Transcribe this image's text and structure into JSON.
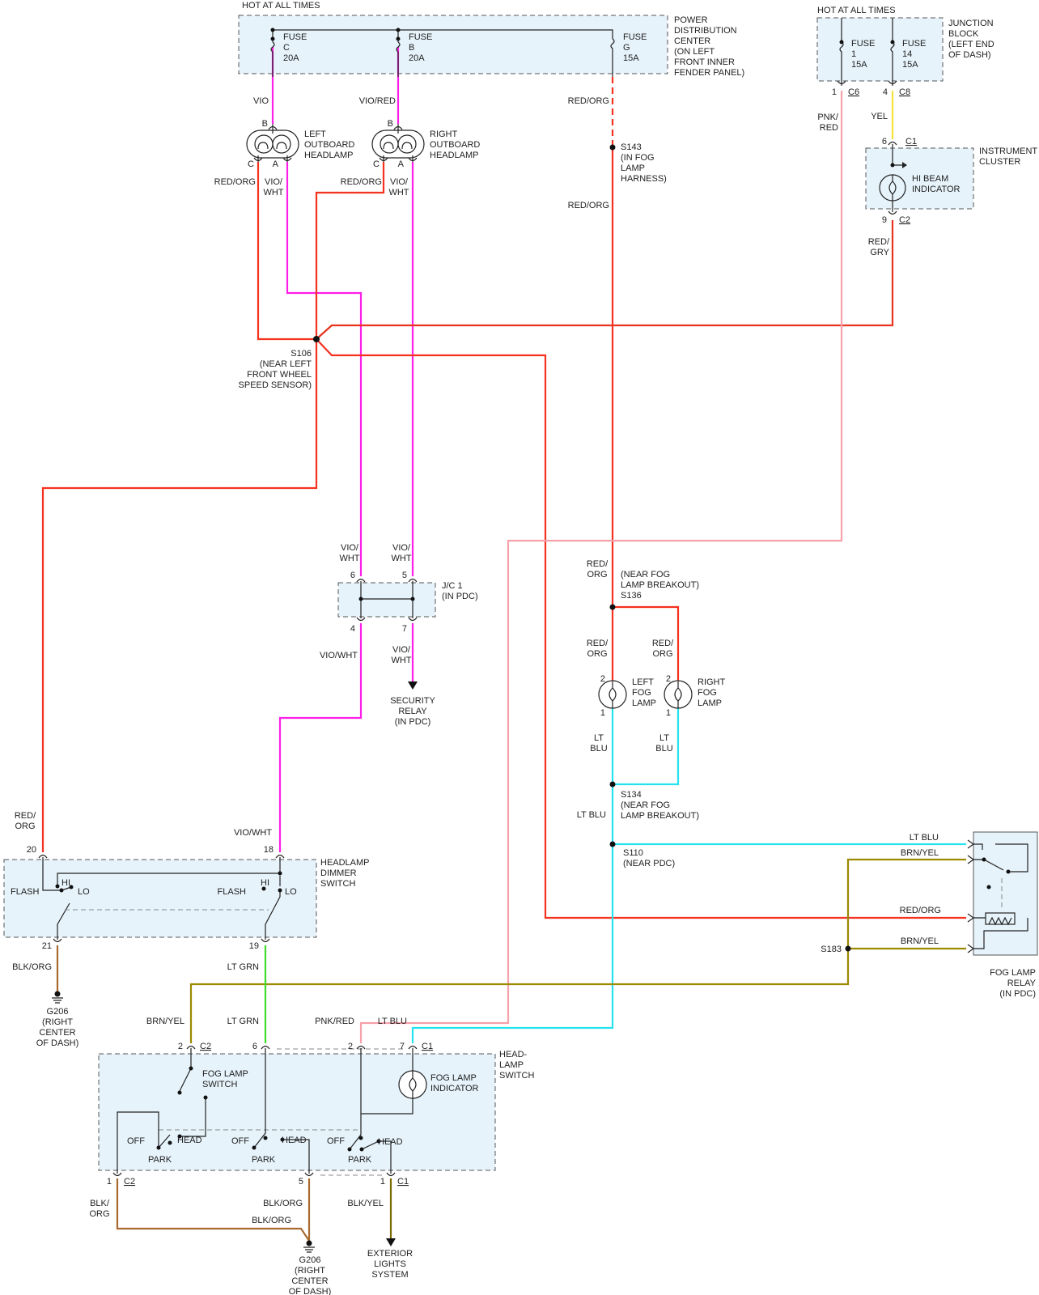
{
  "colors": {
    "vio": "#ff1fe8",
    "red_org": "#f5311f",
    "red_gry": "#e8331f",
    "pnk_red": "#f6a1ab",
    "yel": "#f5e23a",
    "lt_blu": "#25e2ee",
    "lt_grn": "#3ddc2b",
    "brn_yel": "#9c8a00",
    "blk_org": "#a86b2f",
    "blk_yel": "#7a6a00",
    "box_fill": "#e6f3fb"
  },
  "labels": {
    "hot1": "HOT AT ALL TIMES",
    "hot2": "HOT AT ALL TIMES",
    "pdc": [
      "POWER",
      "DISTRIBUTION",
      "CENTER",
      "(ON LEFT",
      "FRONT INNER",
      "FENDER PANEL)"
    ],
    "fuse_c": [
      "FUSE",
      "C",
      "20A"
    ],
    "fuse_b": [
      "FUSE",
      "B",
      "20A"
    ],
    "fuse_g": [
      "FUSE",
      "G",
      "15A"
    ],
    "jb": [
      "JUNCTION",
      "BLOCK",
      "(LEFT END",
      "OF DASH)"
    ],
    "fuse_1": [
      "FUSE",
      "1",
      "15A"
    ],
    "fuse_14": [
      "FUSE",
      "14",
      "15A"
    ],
    "pin1_c6": "1",
    "c6": "C6",
    "pin4_c8": "4",
    "c8": "C8",
    "pnk_red_top": [
      "PNK/",
      "RED"
    ],
    "yel": "YEL",
    "pin6_c1": "6",
    "c1_ic": "C1",
    "ic": [
      "INSTRUMENT",
      "CLUSTER"
    ],
    "hi_beam": [
      "HI BEAM",
      "INDICATOR"
    ],
    "pin9_c2": "9",
    "c2_ic": "C2",
    "red_gry": [
      "RED/",
      "GRY"
    ],
    "vio": "VIO",
    "vio_red": "VIO/RED",
    "red_org_top": "RED/ORG",
    "left_hl": [
      "LEFT",
      "OUTBOARD",
      "HEADLAMP"
    ],
    "right_hl": [
      "RIGHT",
      "OUTBOARD",
      "HEADLAMP"
    ],
    "pin_b": "B",
    "pin_c": "C",
    "pin_a": "A",
    "red_org_hl": "RED/ORG",
    "vio_wht_2": [
      "VIO/",
      "WHT"
    ],
    "s143": [
      "S143",
      "(IN FOG",
      "LAMP",
      "HARNESS)"
    ],
    "red_org_mid": "RED/ORG",
    "s106": [
      "S106",
      "(NEAR LEFT",
      "FRONT WHEEL",
      "SPEED SENSOR)"
    ],
    "vio_wht_jc_l": [
      "VIO/",
      "WHT"
    ],
    "vio_wht_jc_r": [
      "VIO/",
      "WHT"
    ],
    "pin6": "6",
    "pin5": "5",
    "pin4": "4",
    "pin7": "7",
    "jc1": [
      "J/C 1",
      "(IN PDC)"
    ],
    "vio_wht_below": "VIO/WHT",
    "vio_wht_below_r": [
      "VIO/",
      "WHT"
    ],
    "security": [
      "SECURITY",
      "RELAY",
      "(IN PDC)"
    ],
    "red_org_s136": [
      "RED/",
      "ORG"
    ],
    "s136": [
      "(NEAR FOG",
      "LAMP BREAKOUT)",
      "S136"
    ],
    "red_org_fl": [
      "RED/",
      "ORG"
    ],
    "red_org_fr": [
      "RED/",
      "ORG"
    ],
    "left_fog": [
      "LEFT",
      "FOG",
      "LAMP"
    ],
    "right_fog": [
      "RIGHT",
      "FOG",
      "LAMP"
    ],
    "pin2": "2",
    "pin1": "1",
    "lt_blu_l": [
      "LT",
      "BLU"
    ],
    "lt_blu_r": [
      "LT",
      "BLU"
    ],
    "s134": [
      "S134",
      "(NEAR FOG",
      "LAMP BREAKOUT)"
    ],
    "lt_blu_s110": "LT BLU",
    "s110": [
      "S110",
      "(NEAR PDC)"
    ],
    "lt_blu_relay": "LT BLU",
    "brn_yel_relay": "BRN/YEL",
    "red_org_relay": "RED/ORG",
    "brn_yel_relay2": "BRN/YEL",
    "s183": "S183",
    "fog_relay": [
      "FOG LAMP",
      "RELAY",
      "(IN PDC)"
    ],
    "red_org_20": [
      "RED/",
      "ORG"
    ],
    "vio_wht_18": "VIO/WHT",
    "pin20": "20",
    "pin18": "18",
    "dimmer": [
      "HEADLAMP",
      "DIMMER",
      "SWITCH"
    ],
    "flash": "FLASH",
    "hi": "HI",
    "lo": "LO",
    "pin21": "21",
    "pin19": "19",
    "blk_org_21": "BLK/ORG",
    "lt_grn": "LT GRN",
    "g206_top": [
      "G206",
      "(RIGHT",
      "CENTER",
      "OF DASH)"
    ],
    "brn_yel_sw": "BRN/YEL",
    "lt_grn_sw": "LT GRN",
    "pnk_red_sw": "PNK/RED",
    "lt_blu_sw": "LT BLU",
    "pin2_c2": "2",
    "c2_sw": "C2",
    "pin6_sw": "6",
    "pin2_sw": "2",
    "pin7_c1": "7",
    "c1_sw": "C1",
    "hl_switch": [
      "HEAD-",
      "LAMP",
      "SWITCH"
    ],
    "fog_sw": [
      "FOG LAMP",
      "SWITCH"
    ],
    "fog_ind": [
      "FOG LAMP",
      "INDICATOR"
    ],
    "off": "OFF",
    "park": "PARK",
    "head": "HEAD",
    "pin1_c2b": "1",
    "c2_bot": "C2",
    "pin5_bot": "5",
    "pin1_c1b": "1",
    "c1_bot": "C1",
    "blk_org_l": [
      "BLK/",
      "ORG"
    ],
    "blk_org_m": "BLK/ORG",
    "blk_org_g": "BLK/ORG",
    "blk_yel": "BLK/YEL",
    "g206_bot": [
      "G206",
      "(RIGHT",
      "CENTER",
      "OF DASH)"
    ],
    "ext_lights": [
      "EXTERIOR",
      "LIGHTS",
      "SYSTEM"
    ]
  }
}
